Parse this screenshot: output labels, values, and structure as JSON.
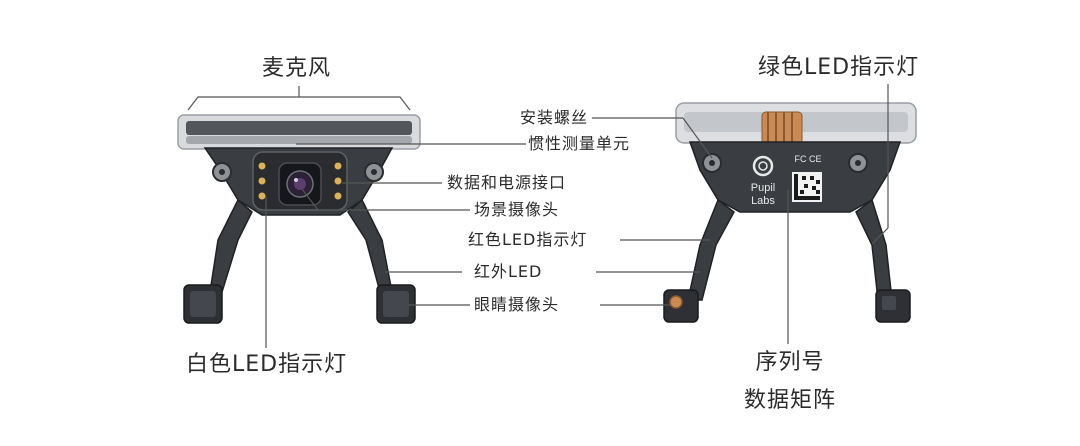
{
  "labels": {
    "microphone": "麦克风",
    "green_led": "绿色LED指示灯",
    "mount_screw": "安装螺丝",
    "imu": "惯性测量单元",
    "data_power_port": "数据和电源接口",
    "scene_camera": "场景摄像头",
    "red_led": "红色LED指示灯",
    "ir_led": "红外LED",
    "eye_camera": "眼睛摄像头",
    "white_led": "白色LED指示灯",
    "serial_line1": "序列号",
    "serial_line2": "数据矩阵"
  },
  "device_marks": {
    "brand_line1": "Pupil",
    "brand_line2": "Labs",
    "certification": "FC CE"
  },
  "colors": {
    "text": "#2b2b2b",
    "leader": "#555555",
    "device_dark": "#3a3d42",
    "device_mid": "#6b6f75",
    "device_light": "#c9ccd0",
    "led_gold": "#d9b25a",
    "copper": "#c98a55"
  }
}
